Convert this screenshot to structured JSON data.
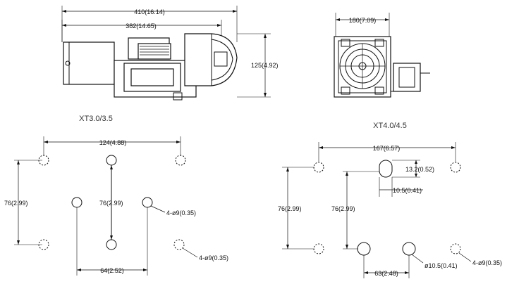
{
  "side_view": {
    "dim_overall": "410(16.14)",
    "dim_length": "382(14.65)",
    "dim_height": "125(4.92)"
  },
  "end_view": {
    "dim_width": "180(7.09)"
  },
  "pattern_left": {
    "title": "XT3.0/3.5",
    "dim_top": "124(4.88)",
    "dim_left": "76(2.99)",
    "dim_center": "76(2.99)",
    "dim_bottom": "64(2.52)",
    "note_holes_small": "4-ø9(0.35)",
    "note_holes_large": "4-ø9(0.35)"
  },
  "pattern_right": {
    "title": "XT4.0/4.5",
    "dim_top": "167(6.57)",
    "dim_left": "76(2.99)",
    "dim_center": "76(2.99)",
    "dim_slot_h": "13.2(0.52)",
    "dim_slot_w": "10.5(0.41)",
    "dim_bottom": "63(2.48)",
    "note_hole": "ø10.5(0.41)",
    "note_holes": "4-ø9(0.35)"
  }
}
